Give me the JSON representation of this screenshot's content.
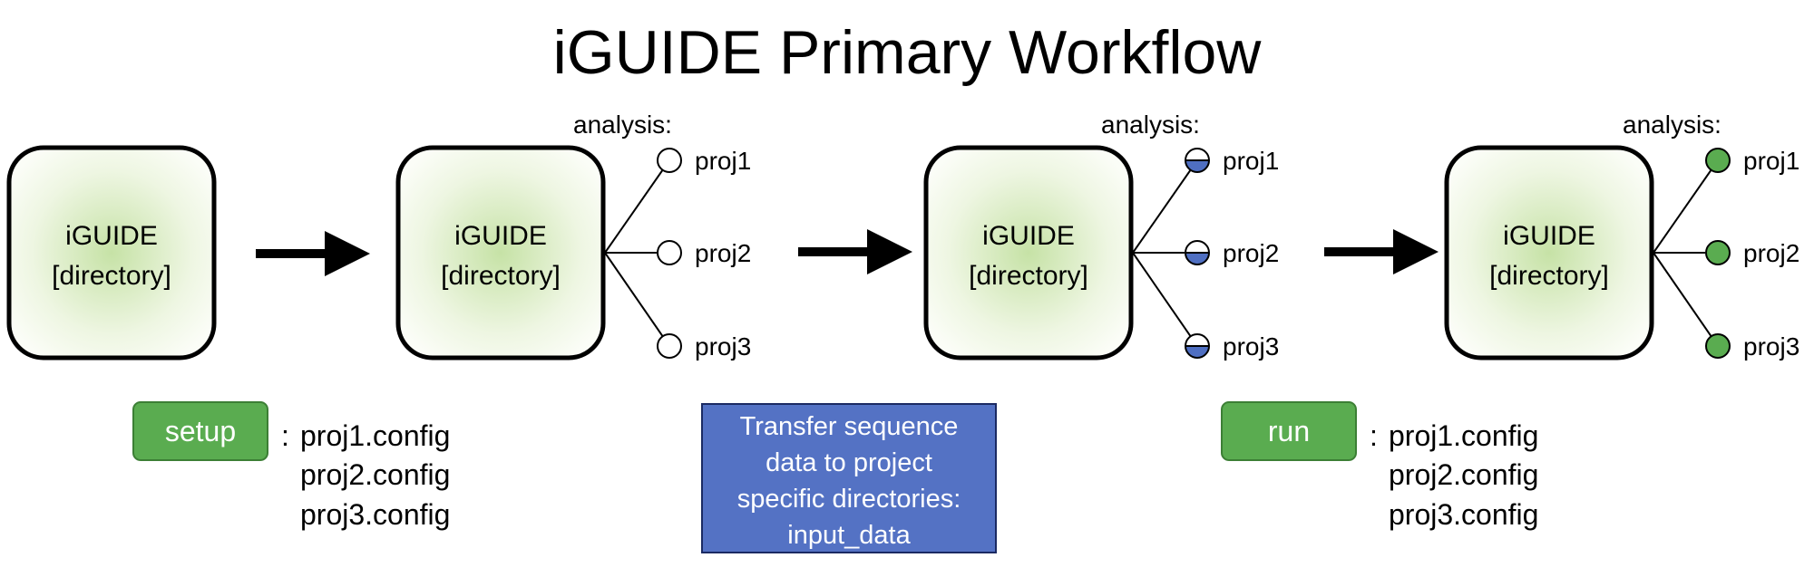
{
  "title": "iGUIDE Primary Workflow",
  "directory_box": {
    "line1": "iGUIDE",
    "line2": "[directory]"
  },
  "analysis_label": "analysis:",
  "projects": [
    "proj1",
    "proj2",
    "proj3"
  ],
  "stages": [
    {
      "status": "empty"
    },
    {
      "status": "half"
    },
    {
      "status": "complete"
    }
  ],
  "setup": {
    "label": "setup",
    "colon": ":",
    "configs": [
      "proj1.config",
      "proj2.config",
      "proj3.config"
    ]
  },
  "transfer": {
    "lines": [
      "Transfer sequence",
      "data to project",
      "specific directories:",
      "input_data"
    ]
  },
  "run": {
    "label": "run",
    "colon": ":",
    "configs": [
      "proj1.config",
      "proj2.config",
      "proj3.config"
    ]
  },
  "colors": {
    "button_green": "#5aac50",
    "transfer_blue": "#5472c4",
    "half_fill": "#4f6fc2",
    "complete_fill": "#5aac50",
    "box_border": "#000000"
  }
}
